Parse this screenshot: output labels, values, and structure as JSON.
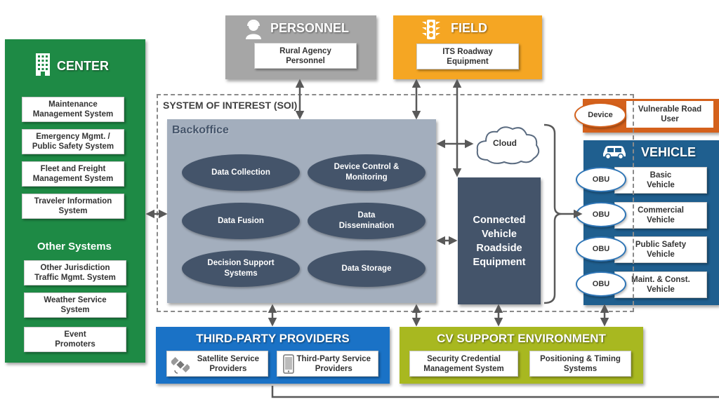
{
  "personnel": {
    "title": "PERSONNEL",
    "box": "Rural Agency\nPersonnel",
    "color": "#a6a6a6"
  },
  "field": {
    "title": "FIELD",
    "box": "ITS Roadway\nEquipment",
    "color": "#f5a623"
  },
  "center": {
    "title": "CENTER",
    "color": "#1e8a45",
    "items": [
      "Maintenance\nManagement System",
      "Emergency Mgmt. /\nPublic Safety System",
      "Fleet and Freight\nManagement System",
      "Traveler Information\nSystem"
    ],
    "other_title": "Other Systems",
    "other_items": [
      "Other Jurisdiction\nTraffic Mgmt. System",
      "Weather Service\nSystem",
      "Event\nPromoters"
    ]
  },
  "soi": {
    "label": "SYSTEM OF INTEREST (SOI)",
    "backoffice": {
      "title": "Backoffice",
      "functions": [
        "Data Collection",
        "Device Control &\nMonitoring",
        "Data Fusion",
        "Data\nDissemination",
        "Decision Support\nSystems",
        "Data Storage"
      ]
    },
    "cloud": "Cloud",
    "rse": "Connected\nVehicle\nRoadside\nEquipment"
  },
  "vru": {
    "device": "Device",
    "label": "Vulnerable Road\nUser",
    "color": "#d4611c"
  },
  "vehicle": {
    "title": "VEHICLE",
    "color": "#1f5f8f",
    "items": [
      {
        "obu": "OBU",
        "label": "Basic\nVehicle"
      },
      {
        "obu": "OBU",
        "label": "Commercial\nVehicle"
      },
      {
        "obu": "OBU",
        "label": "Public Safety\nVehicle"
      },
      {
        "obu": "OBU",
        "label": "Maint. & Const.\nVehicle"
      }
    ]
  },
  "third_party": {
    "title": "THIRD-PARTY PROVIDERS",
    "color": "#1a72c6",
    "items": [
      "Satellite Service\nProviders",
      "Third-Party Service\nProviders"
    ]
  },
  "cv_support": {
    "title": "CV SUPPORT ENVIRONMENT",
    "color": "#a8b820",
    "items": [
      "Security Credential\nManagement System",
      "Positioning & Timing\nSystems"
    ]
  }
}
